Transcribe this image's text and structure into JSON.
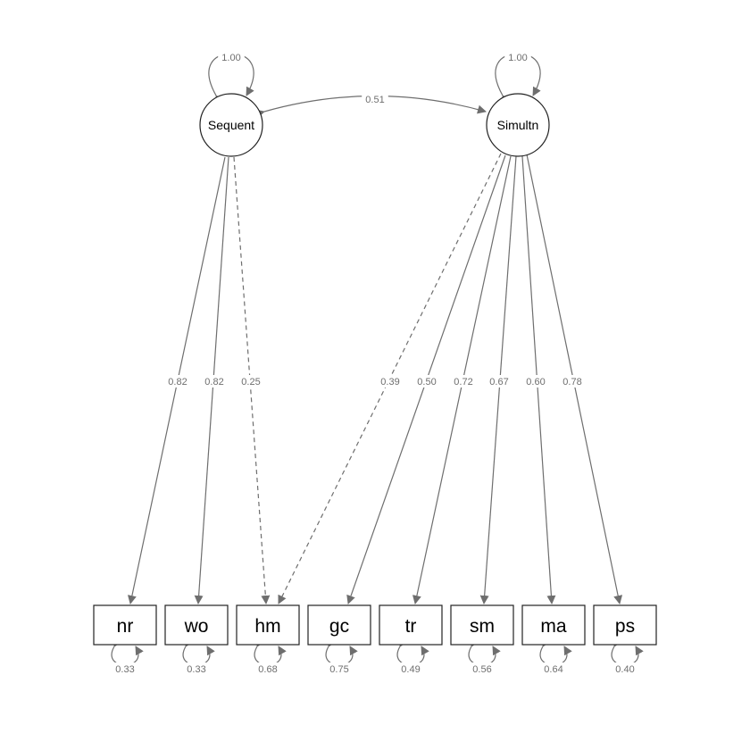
{
  "latents": [
    {
      "id": "Sequent",
      "label": "Sequent",
      "variance": "1.00"
    },
    {
      "id": "Simultn",
      "label": "Simultn",
      "variance": "1.00"
    }
  ],
  "covariance": {
    "from": "Sequent",
    "to": "Simultn",
    "label": "0.51"
  },
  "indicators": [
    {
      "id": "nr",
      "label": "nr",
      "residual": "0.33"
    },
    {
      "id": "wo",
      "label": "wo",
      "residual": "0.33"
    },
    {
      "id": "hm",
      "label": "hm",
      "residual": "0.68"
    },
    {
      "id": "gc",
      "label": "gc",
      "residual": "0.75"
    },
    {
      "id": "tr",
      "label": "tr",
      "residual": "0.49"
    },
    {
      "id": "sm",
      "label": "sm",
      "residual": "0.56"
    },
    {
      "id": "ma",
      "label": "ma",
      "residual": "0.64"
    },
    {
      "id": "ps",
      "label": "ps",
      "residual": "0.40"
    }
  ],
  "loadings": [
    {
      "from": "Sequent",
      "to": "nr",
      "label": "0.82",
      "dashed": false
    },
    {
      "from": "Sequent",
      "to": "wo",
      "label": "0.82",
      "dashed": false
    },
    {
      "from": "Sequent",
      "to": "hm",
      "label": "0.25",
      "dashed": true
    },
    {
      "from": "Simultn",
      "to": "hm",
      "label": "0.39",
      "dashed": true
    },
    {
      "from": "Simultn",
      "to": "gc",
      "label": "0.50",
      "dashed": false
    },
    {
      "from": "Simultn",
      "to": "tr",
      "label": "0.72",
      "dashed": false
    },
    {
      "from": "Simultn",
      "to": "sm",
      "label": "0.67",
      "dashed": false
    },
    {
      "from": "Simultn",
      "to": "ma",
      "label": "0.60",
      "dashed": false
    },
    {
      "from": "Simultn",
      "to": "ps",
      "label": "0.78",
      "dashed": false
    }
  ]
}
